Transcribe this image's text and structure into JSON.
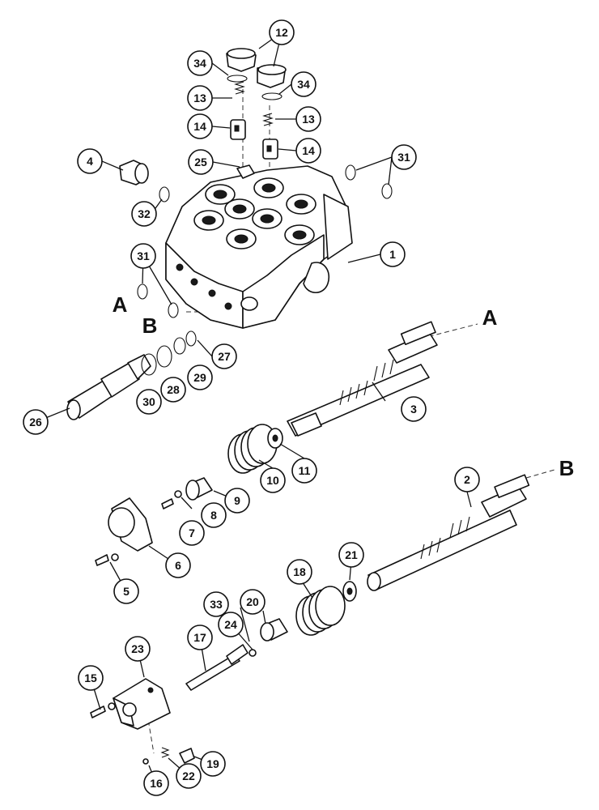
{
  "callouts": {
    "c1": "1",
    "c2": "2",
    "c3": "3",
    "c4": "4",
    "c5": "5",
    "c6": "6",
    "c7": "7",
    "c8": "8",
    "c9": "9",
    "c10": "10",
    "c11": "11",
    "c12": "12",
    "c13a": "13",
    "c13b": "13",
    "c14a": "14",
    "c14b": "14",
    "c15": "15",
    "c16": "16",
    "c17": "17",
    "c18": "18",
    "c19": "19",
    "c20": "20",
    "c21": "21",
    "c22": "22",
    "c23": "23",
    "c24": "24",
    "c25": "25",
    "c26": "26",
    "c27": "27",
    "c28": "28",
    "c29": "29",
    "c30": "30",
    "c31a": "31",
    "c31b": "31",
    "c32": "32",
    "c33": "33",
    "c34a": "34",
    "c34b": "34"
  },
  "ports": {
    "a_left": "A",
    "b_left": "B",
    "a_right": "A",
    "b_right": "B"
  }
}
